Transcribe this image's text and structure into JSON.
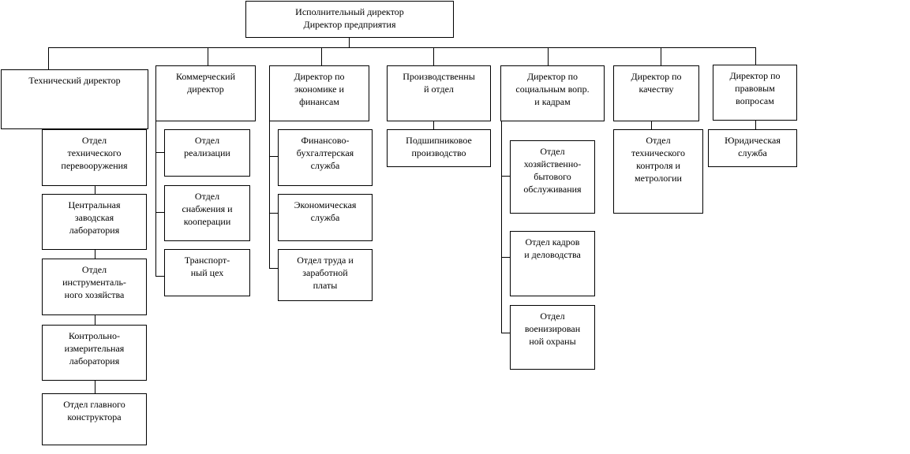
{
  "top": {
    "label": "Исполнительный директор\nДиректор предприятия"
  },
  "directors": {
    "technical": {
      "label": "Технический директор",
      "units": [
        "Отдел\nтехнического\nперевооружения",
        "Центральная\nзаводская\nлаборатория",
        "Отдел\nинструменталь-\nного хозяйства",
        "Контрольно-\nизмерительная\nлаборатория",
        "Отдел главного\nконструктора"
      ]
    },
    "commercial": {
      "label": "Коммерческий\nдиректор",
      "units": [
        "Отдел\nреализации",
        "Отдел\nснабжения и\nкооперации",
        "Транспорт-\nный цех"
      ]
    },
    "economics": {
      "label": "Директор по\nэкономике и\nфинансам",
      "units": [
        "Финансово-\nбухгалтерская\nслужба",
        "Экономическая\nслужба",
        "Отдел труда и\nзаработной\nплаты"
      ]
    },
    "production": {
      "label": "Производственны\nй отдел",
      "units": [
        "Подшипниковое\nпроизводство"
      ]
    },
    "social": {
      "label": "Директор по\nсоциальным вопр.\nи кадрам",
      "units": [
        "Отдел\nхозяйственно-\nбытового\nобслуживания",
        "Отдел кадров\nи деловодства",
        "Отдел\nвоенизирован\nной охраны"
      ]
    },
    "quality": {
      "label": "Директор по\nкачеству",
      "units": [
        "Отдел\nтехнического\nконтроля и\nметрологии"
      ]
    },
    "legal": {
      "label": "Директор по\nправовым\nвопросам",
      "units": [
        "Юридическая\nслужба"
      ]
    }
  }
}
